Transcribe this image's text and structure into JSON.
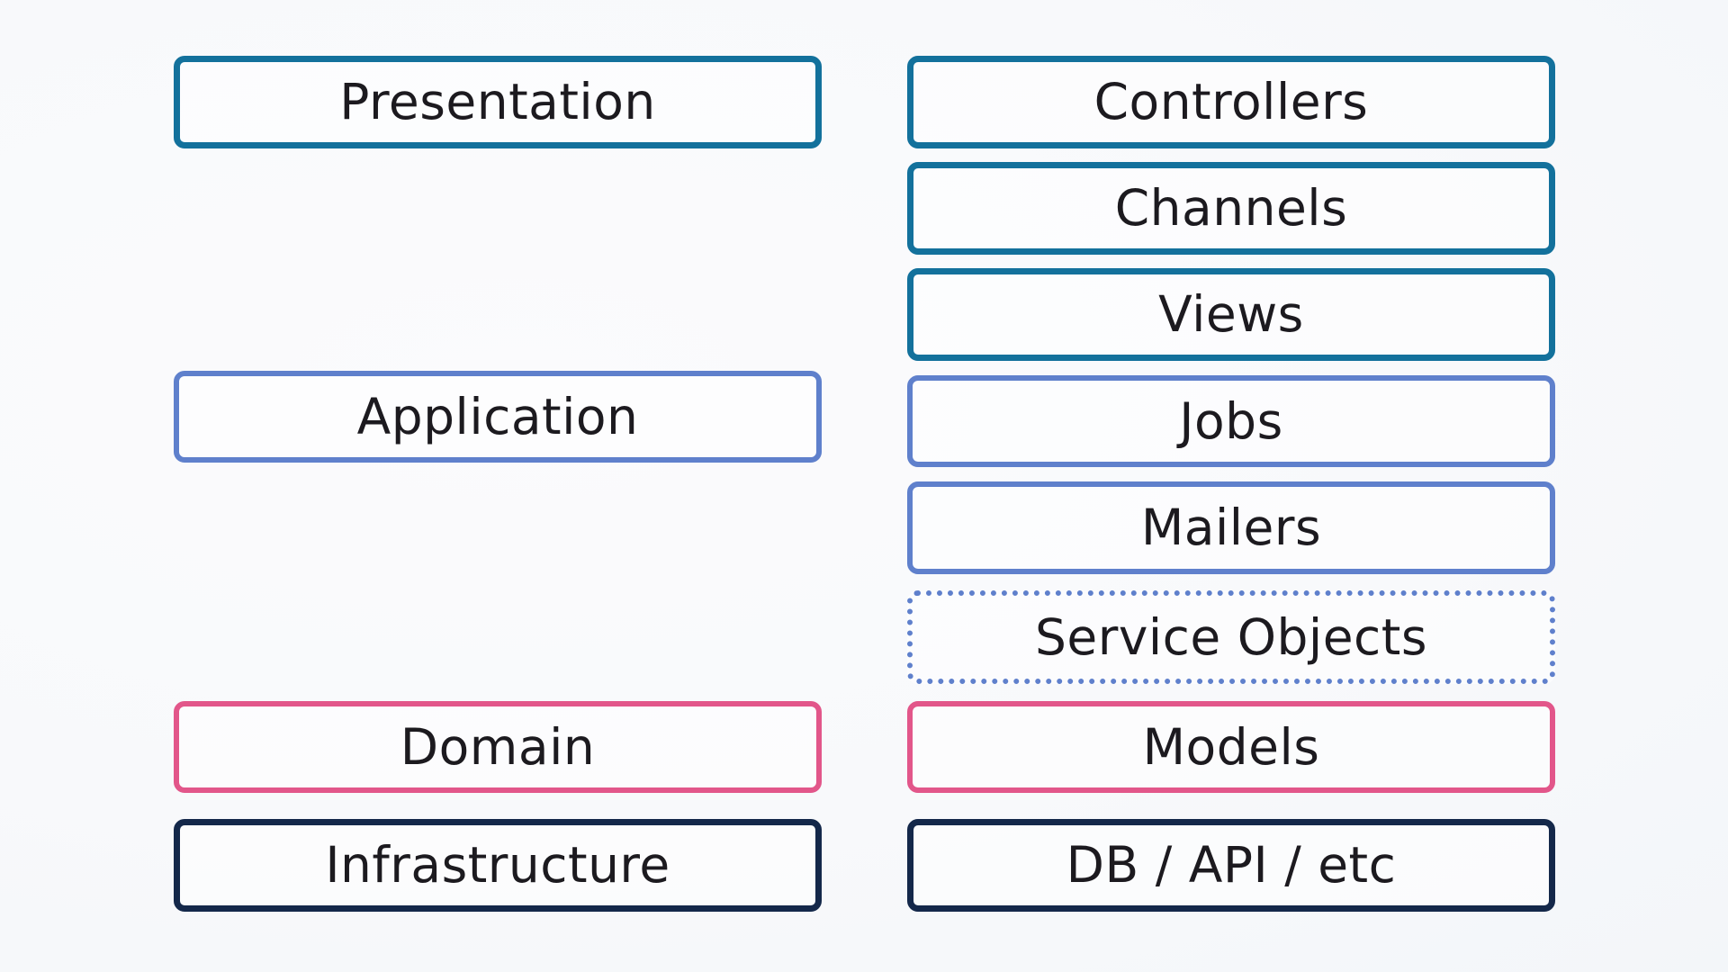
{
  "layers": [
    {
      "label": "Presentation",
      "kind": "presentation",
      "color": "#13719c"
    },
    {
      "label": "Application",
      "kind": "application",
      "color": "#5f80cc"
    },
    {
      "label": "Domain",
      "kind": "domain",
      "color": "#e2568a"
    },
    {
      "label": "Infrastructure",
      "kind": "infrastructure",
      "color": "#14284a"
    }
  ],
  "components": [
    {
      "label": "Controllers",
      "layer": "presentation",
      "border": "solid"
    },
    {
      "label": "Channels",
      "layer": "presentation",
      "border": "solid"
    },
    {
      "label": "Views",
      "layer": "presentation",
      "border": "solid"
    },
    {
      "label": "Jobs",
      "layer": "application",
      "border": "solid"
    },
    {
      "label": "Mailers",
      "layer": "application",
      "border": "solid"
    },
    {
      "label": "Service Objects",
      "layer": "application",
      "border": "dotted"
    },
    {
      "label": "Models",
      "layer": "domain",
      "border": "solid"
    },
    {
      "label": "DB / API / etc",
      "layer": "infrastructure",
      "border": "solid"
    }
  ]
}
